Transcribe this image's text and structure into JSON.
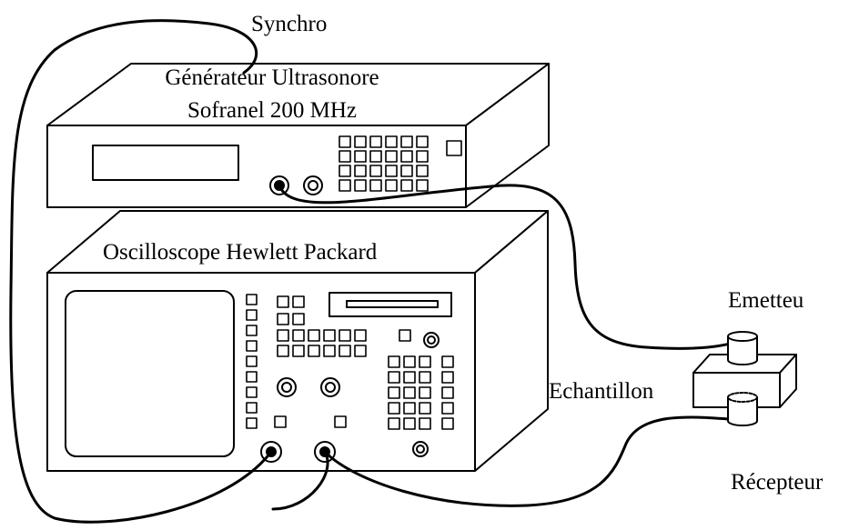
{
  "labels": {
    "synchro": "Synchro",
    "generator_line1": "Générateur Ultrasonore",
    "generator_line2": "Sofranel 200 MHz",
    "oscilloscope": "Oscilloscope Hewlett Packard",
    "emitter": "Emetteu",
    "sample": "Echantillon",
    "receiver": "Récepteur"
  },
  "colors": {
    "line": "#000000",
    "background": "#ffffff",
    "probe_fill": "#ffffff"
  },
  "icons": {
    "connector": "bnc-connector-icon",
    "probe": "transducer-cylinder-icon"
  }
}
